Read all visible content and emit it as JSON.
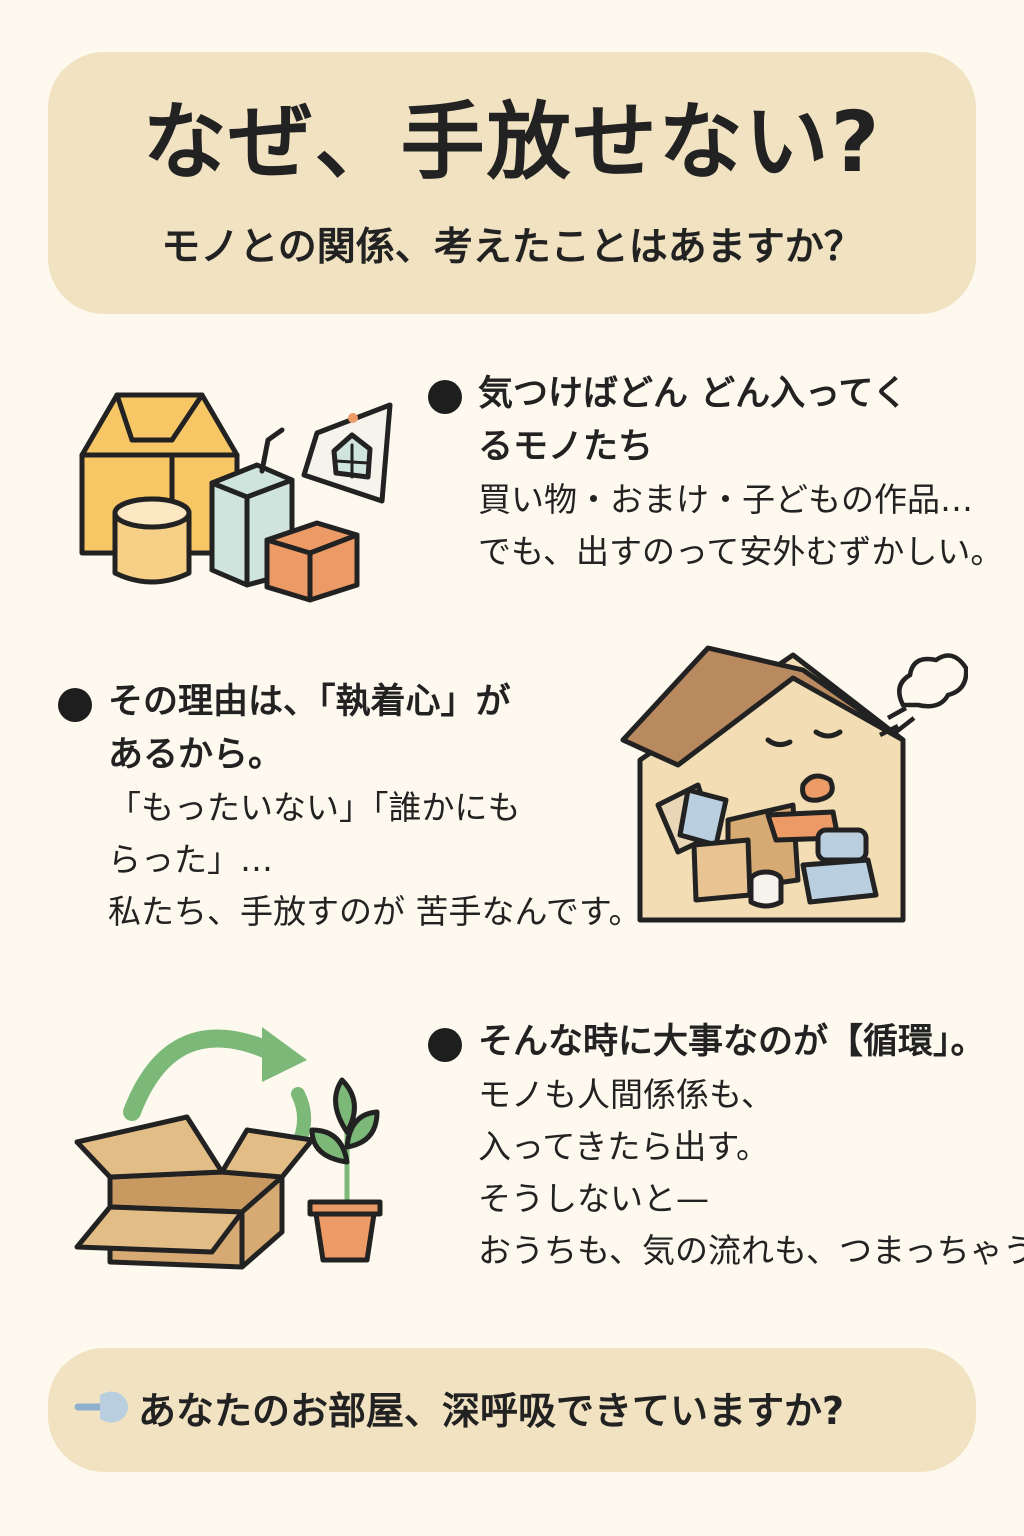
{
  "header": {
    "title": "なぜ、手放せない?",
    "subtitle": "モノとの関係、考えたことはあますか？"
  },
  "section1": {
    "heading": [
      "気つけばどん どん入ってく",
      "るモノたち"
    ],
    "body": [
      "買い物・おまけ・子どもの作品…",
      "でも、出すのって安外むずかしい。"
    ],
    "illustration": "stuff-pile"
  },
  "section2": {
    "heading": [
      "その理由は、「執着心」が",
      "あるから。"
    ],
    "body": [
      "「もったいない」「誰かにも",
      "らった」…",
      "私たち、手放すのが 苦手なんです。"
    ],
    "illustration": "cluttered-house-sighing"
  },
  "section3": {
    "heading": [
      "そんな時に大事なのが【循環」。"
    ],
    "body": [
      "モノも人間係係も、",
      "入ってきたら出す。",
      "そうしないと—",
      "おうちも、気の流れも、つまっちゃう!"
    ],
    "illustration": "box-to-plant-cycle"
  },
  "footer": {
    "text": "あなたのお部屋、深呼吸できていますか?",
    "icon": "breath-icon"
  },
  "colors": {
    "background": "#fdf9ef",
    "panel": "#f1e2c2",
    "yellow": "#f7c766",
    "orange": "#ec9a66",
    "mint": "#cfe4dc",
    "cardboard": "#d6aa72",
    "roof": "#b98a60",
    "green": "#7cb978",
    "blue": "#b9cfe0"
  }
}
